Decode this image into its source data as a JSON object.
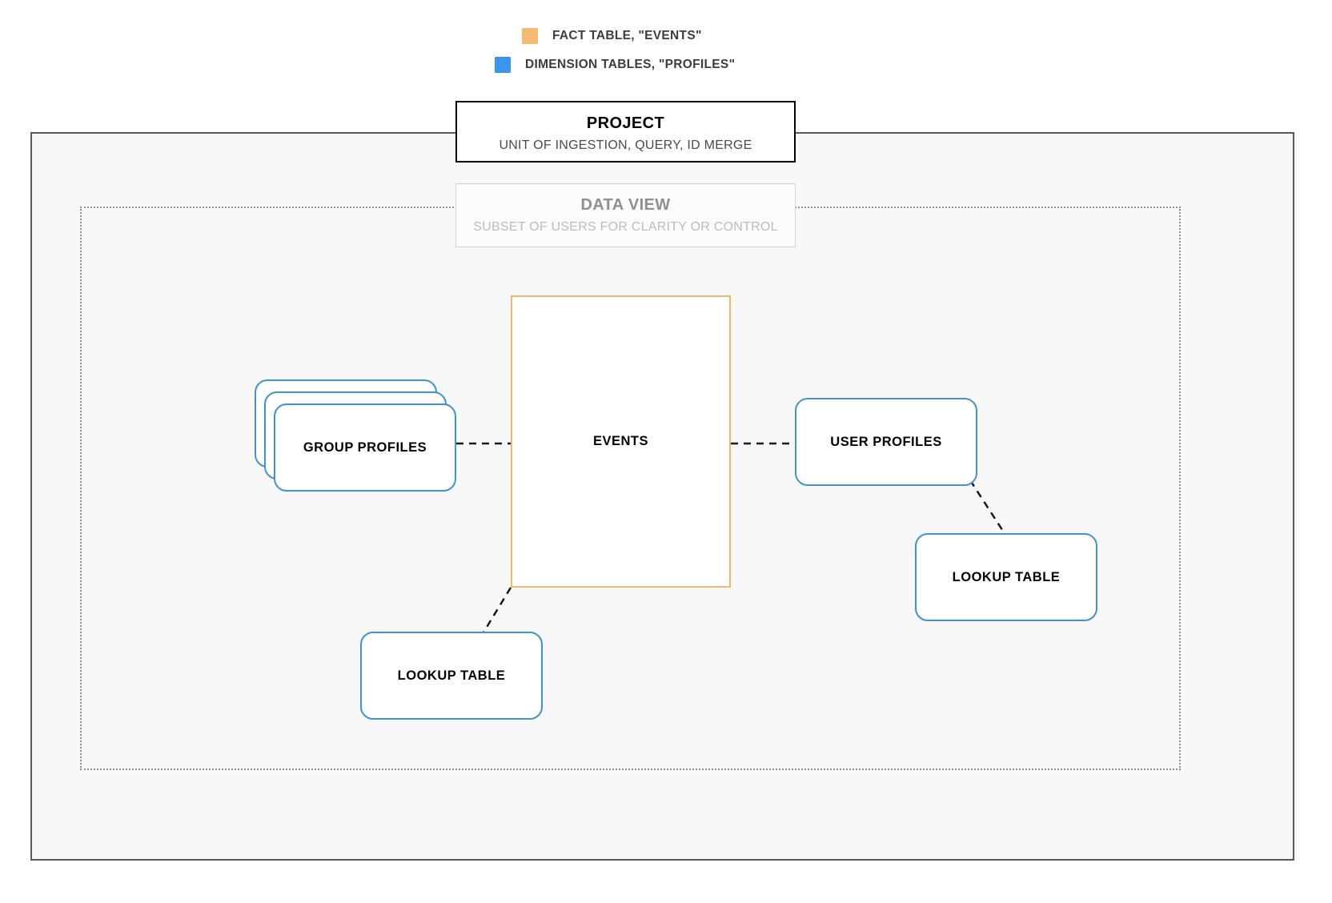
{
  "legend": {
    "items": [
      {
        "id": "fact-table",
        "label": "FACT TABLE, \"EVENTS\"",
        "color": "#f5b971",
        "swatch_name": "legend-swatch-orange"
      },
      {
        "id": "dimension-tables",
        "label": "DIMENSION TABLES, \"PROFILES\"",
        "color": "#3a95ef",
        "swatch_name": "legend-swatch-blue"
      }
    ]
  },
  "project": {
    "title": "PROJECT",
    "subtitle": "UNIT OF INGESTION, QUERY, ID MERGE",
    "border_color": "#000000"
  },
  "data_view": {
    "title": "DATA VIEW",
    "subtitle": "SUBSET OF USERS FOR CLARITY OR CONTROL",
    "border_color": "#d2d2d2"
  },
  "nodes": {
    "events": {
      "label": "EVENTS",
      "type": "fact-table",
      "color": "#eeb96b"
    },
    "group_profiles": {
      "label": "GROUP PROFILES",
      "type": "dimension-table",
      "color": "#3d94d1",
      "stack_count": 3
    },
    "user_profiles": {
      "label": "USER PROFILES",
      "type": "dimension-table",
      "color": "#3d94d1"
    },
    "lookup_table_right": {
      "label": "LOOKUP TABLE",
      "type": "dimension-table",
      "color": "#3d94d1"
    },
    "lookup_table_left": {
      "label": "LOOKUP TABLE",
      "type": "dimension-table",
      "color": "#3d94d1"
    }
  },
  "connectors": [
    {
      "id": "group-profiles-to-events",
      "from": "group_profiles",
      "to": "events",
      "style": "dashed",
      "color": "#1a1a1a"
    },
    {
      "id": "events-to-user-profiles",
      "from": "events",
      "to": "user_profiles",
      "style": "dashed",
      "color": "#1a1a1a"
    },
    {
      "id": "user-profiles-to-lookup-right",
      "from": "user_profiles",
      "to": "lookup_table_right",
      "style": "dashed",
      "color": "#1a1a1a"
    },
    {
      "id": "events-to-lookup-left",
      "from": "events",
      "to": "lookup_table_left",
      "style": "dashed",
      "color": "#1a1a1a"
    }
  ],
  "canvas": {
    "background": "#ffffff",
    "project_fill": "#f8f8f8"
  }
}
